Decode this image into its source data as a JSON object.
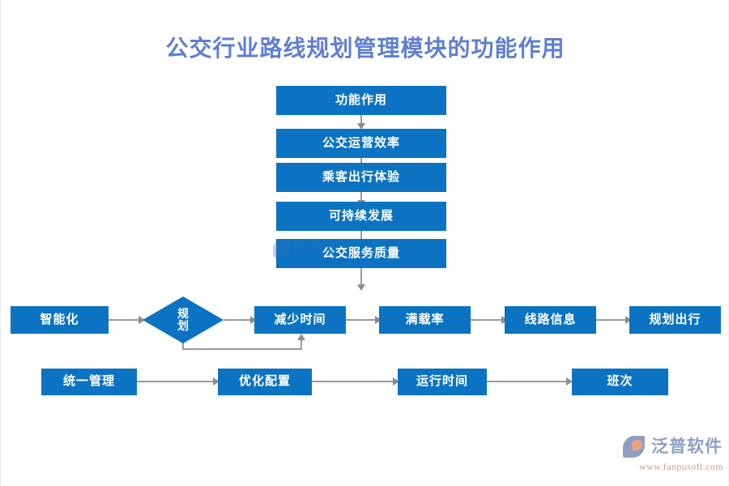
{
  "title": "公交行业路线规划管理模块的功能作用",
  "theme": {
    "node_fill": "#0c73c2",
    "node_text": "#ffffff",
    "title_color": "#5f7fd0",
    "connector_color": "#9a9a9a",
    "background": "#ffffff"
  },
  "flow": {
    "vertical_chain": [
      {
        "label": "功能作用"
      },
      {
        "label": "公交运营效率"
      },
      {
        "label": "乘客出行体验"
      },
      {
        "label": "可持续发展"
      },
      {
        "label": "公交服务质量"
      }
    ],
    "decision": {
      "label_line1": "规",
      "label_line2": "划",
      "label": "规划"
    },
    "middle_row": [
      {
        "label": "智能化"
      },
      {
        "label": "减少时间"
      },
      {
        "label": "满载率"
      },
      {
        "label": "线路信息"
      },
      {
        "label": "规划出行"
      }
    ],
    "bottom_row": [
      {
        "label": "统一管理"
      },
      {
        "label": "优化配置"
      },
      {
        "label": "运行时间"
      },
      {
        "label": "班次"
      }
    ]
  },
  "watermark": {
    "brand_cn": "泛普软件",
    "url": "www.fanpusoft.com"
  }
}
